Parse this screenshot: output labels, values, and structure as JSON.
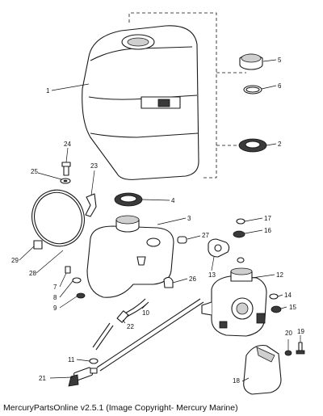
{
  "footer": {
    "text": "MercuryPartsOnline v2.5.1 (Image Copyright- Mercury Marine)"
  },
  "callouts": [
    "1",
    "2",
    "3",
    "4",
    "5",
    "6",
    "7",
    "8",
    "9",
    "10",
    "11",
    "12",
    "13",
    "14",
    "15",
    "16",
    "17",
    "18",
    "19",
    "20",
    "21",
    "22",
    "23",
    "24",
    "25",
    "26",
    "27",
    "28",
    "29"
  ]
}
